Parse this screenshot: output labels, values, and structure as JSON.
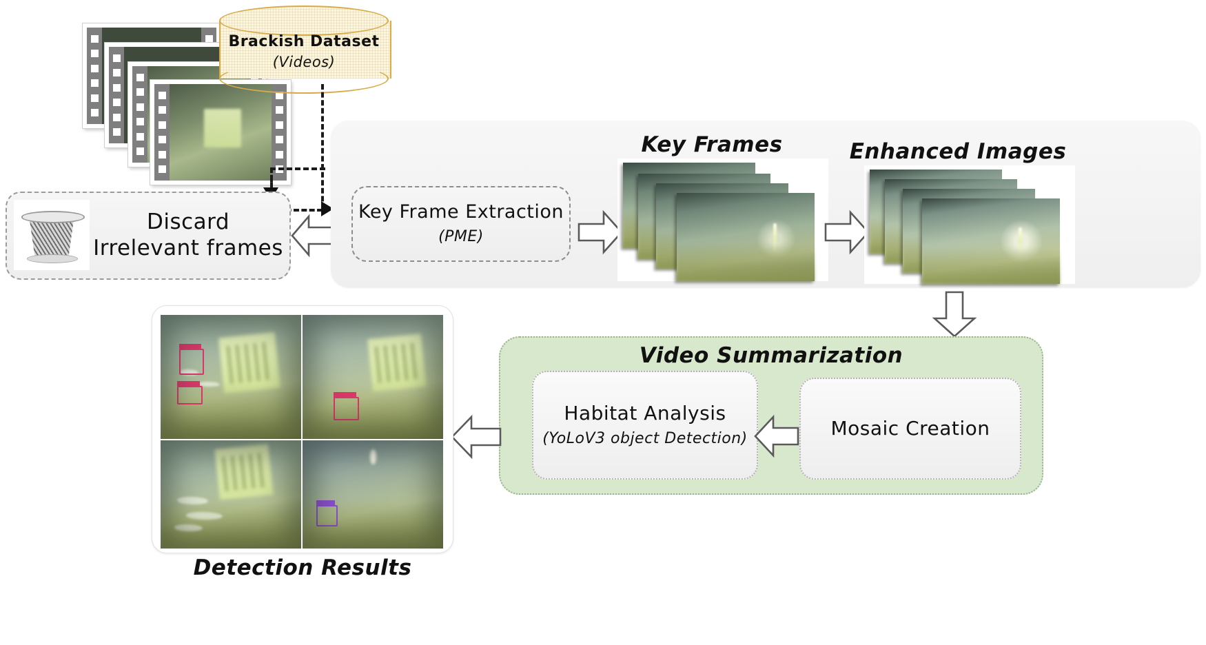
{
  "diagram": {
    "title_hidden": "Underwater video summarization pipeline"
  },
  "dataset": {
    "name": "Brackish Dataset",
    "subtitle": "(Videos)",
    "icon": "database-cylinder-icon",
    "fill_color": "#fdf6e0",
    "stroke_color": "#d8ab4a"
  },
  "source_videos": {
    "icon": "film-strip-stack-icon",
    "frame_count": 4
  },
  "discard": {
    "line1": "Discard",
    "line2": "Irrelevant frames",
    "icon": "trash-basket-icon"
  },
  "pipeline": {
    "key_frame_extraction": {
      "title": "Key Frame Extraction",
      "subtitle": "(PME)"
    },
    "key_frames": {
      "label": "Key Frames",
      "image_count": 4
    },
    "enhanced_images": {
      "label": "Enhanced Images",
      "image_count": 4
    }
  },
  "video_summarization": {
    "label": "Video Summarization",
    "accent_color": "#d7e8cc",
    "habitat_analysis": {
      "title": "Habitat Analysis",
      "subtitle": "(YoLoV3 object Detection)"
    },
    "mosaic_creation": {
      "title": "Mosaic Creation"
    }
  },
  "detection_results": {
    "caption": "Detection Results",
    "tile_count": 4,
    "box_colors": [
      "#d9386b",
      "#8b4fc9"
    ]
  },
  "arrows": {
    "a1": "arrow-right-extraction-to-keyframes",
    "a2": "arrow-right-keyframes-to-enhanced",
    "a3": "arrow-down-enhanced-to-summarization",
    "a4": "arrow-left-mosaic-to-habitat",
    "a5": "arrow-left-habitat-to-results",
    "a6": "arrow-left-extraction-to-discard",
    "a7": "dashed-arrow-dataset-to-discard",
    "a8": "dashed-arrow-dataset-to-extraction"
  }
}
